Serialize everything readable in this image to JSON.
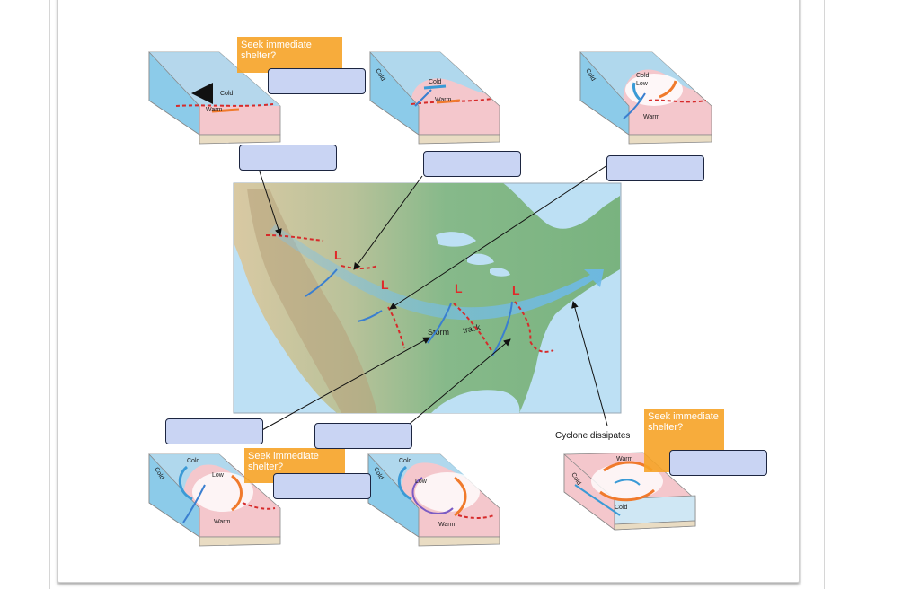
{
  "notes": [
    "Seek immediate shelter?",
    "Seek immediate shelter?",
    "Seek immediate shelter?"
  ],
  "figure": {
    "caption": "Cyclone dissipates",
    "map": {
      "track_word_1": "Storm",
      "track_word_2": "track",
      "low_symbol": "L"
    },
    "air_labels": {
      "cold": "Cold",
      "warm": "Warm",
      "low": "Low"
    }
  },
  "colors": {
    "note_background": "#f6a327",
    "answer_box_fill": "#c9d4f3",
    "answer_box_border": "#1c2540",
    "cold_front": "#3a7fd0",
    "warm_front": "#d62b2b",
    "storm_track": "#6cb9ea"
  }
}
